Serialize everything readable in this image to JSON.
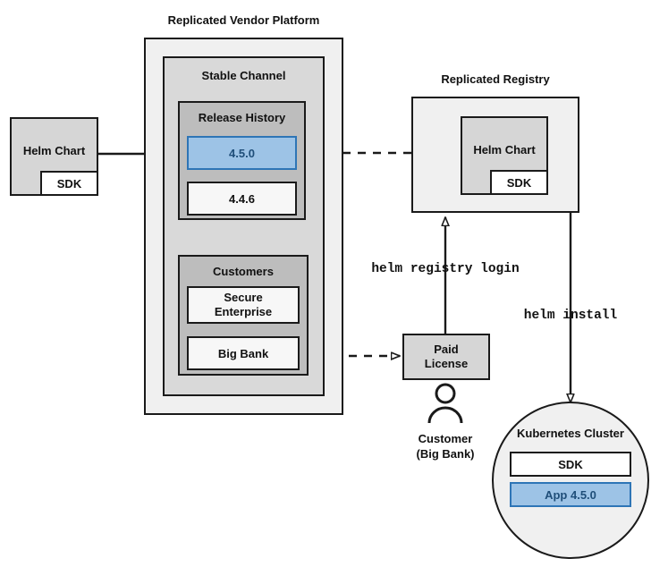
{
  "diagram": {
    "title_vendor_platform": "Replicated Vendor Platform",
    "title_registry": "Replicated Registry",
    "colors": {
      "outer_fill": "#f0f0f0",
      "channel_fill": "#d9d9d9",
      "group_fill": "#bdbdbd",
      "node_fill": "#d6d6d6",
      "white_fill": "#f7f7f7",
      "highlight_fill": "#9dc3e6",
      "highlight_stroke": "#2e75b6",
      "highlight_text": "#1f4e79",
      "stroke": "#1a1a1a"
    }
  },
  "source_chart": {
    "title": "Helm Chart",
    "sdk": "SDK"
  },
  "vendor_platform": {
    "title": "Replicated Vendor Platform",
    "channel": {
      "title": "Stable Channel",
      "release_history": {
        "title": "Release History",
        "releases": [
          {
            "version": "4.5.0",
            "highlighted": true
          },
          {
            "version": "4.4.6",
            "highlighted": false
          }
        ]
      },
      "customers": {
        "title": "Customers",
        "items": [
          {
            "name": "Secure\nEnterprise"
          },
          {
            "name": "Big Bank"
          }
        ]
      }
    }
  },
  "registry": {
    "title": "Replicated Registry",
    "chart": {
      "title": "Helm Chart",
      "sdk": "SDK"
    }
  },
  "license": {
    "title": "Paid\nLicense"
  },
  "customer_actor": {
    "line1": "Customer",
    "line2": "(Big Bank)",
    "icon": "person-icon"
  },
  "cluster": {
    "title": "Kubernetes Cluster",
    "components": [
      {
        "label": "SDK",
        "highlighted": false
      },
      {
        "label": "App 4.5.0",
        "highlighted": true
      }
    ]
  },
  "commands": {
    "registry_login": "helm registry login",
    "install": "helm install"
  }
}
